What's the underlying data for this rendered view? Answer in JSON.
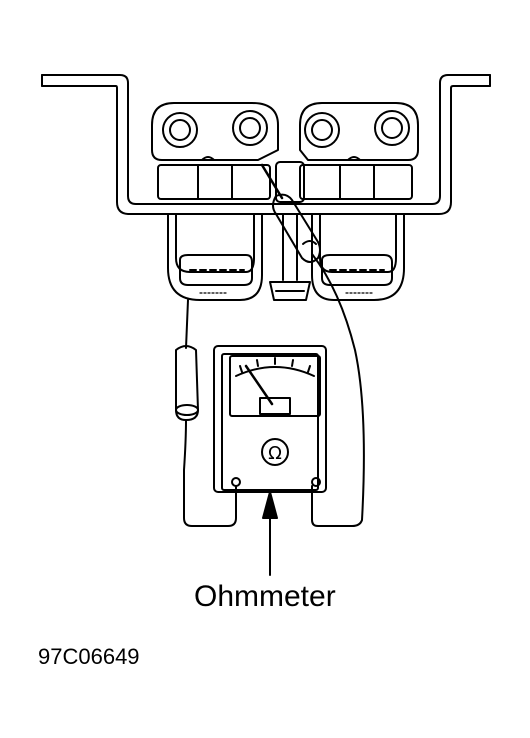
{
  "diagram": {
    "meter_label": "Ohmmeter",
    "meter_symbol": "Ω",
    "figure_id": "97C06649"
  },
  "colors": {
    "ink": "#000000",
    "background": "#ffffff",
    "fill_dark": "#1a1a1a"
  },
  "icons": {
    "meter": "ohmmeter-icon",
    "arrow": "arrow-up-icon"
  }
}
